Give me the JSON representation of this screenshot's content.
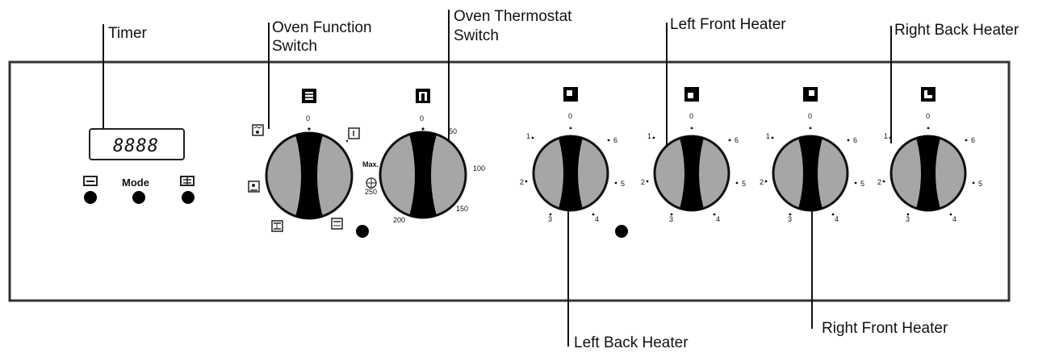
{
  "callouts": {
    "timer": "Timer",
    "oven_function_1": "Oven Function",
    "oven_function_2": "Switch",
    "oven_thermostat_1": "Oven Thermostat",
    "oven_thermostat_2": "Switch",
    "left_front_heater": "Left Front Heater",
    "right_back_heater": "Right Back Heater",
    "left_back_heater": "Left Back Heater",
    "right_front_heater": "Right Front Heater"
  },
  "timer": {
    "display": "8888",
    "mode_label": "Mode"
  },
  "thermostat": {
    "zero": "0",
    "t50": "50",
    "t100": "100",
    "t150": "150",
    "t200": "200",
    "t250": "250",
    "max": "Max."
  },
  "function_switch": {
    "zero": "0"
  },
  "heater_scale": {
    "s0": "0",
    "s1": "1",
    "s2": "2",
    "s3": "3",
    "s4": "4",
    "s5": "5",
    "s6": "6"
  },
  "icons": {
    "timer_left_button": "minus-icon",
    "timer_right_button": "plus-icon",
    "function_symbol": "oven-function-symbol-icon",
    "thermostat_symbol": "oven-thermostat-symbol-icon",
    "left_back_symbol": "hob-left-back-icon",
    "left_front_symbol": "hob-left-front-icon",
    "right_front_symbol": "hob-right-front-icon",
    "right_back_symbol": "hob-right-back-icon"
  },
  "colors": {
    "knob_fill": "#a6a6a6",
    "knob_grip": "#000000",
    "panel_border": "#333333"
  }
}
